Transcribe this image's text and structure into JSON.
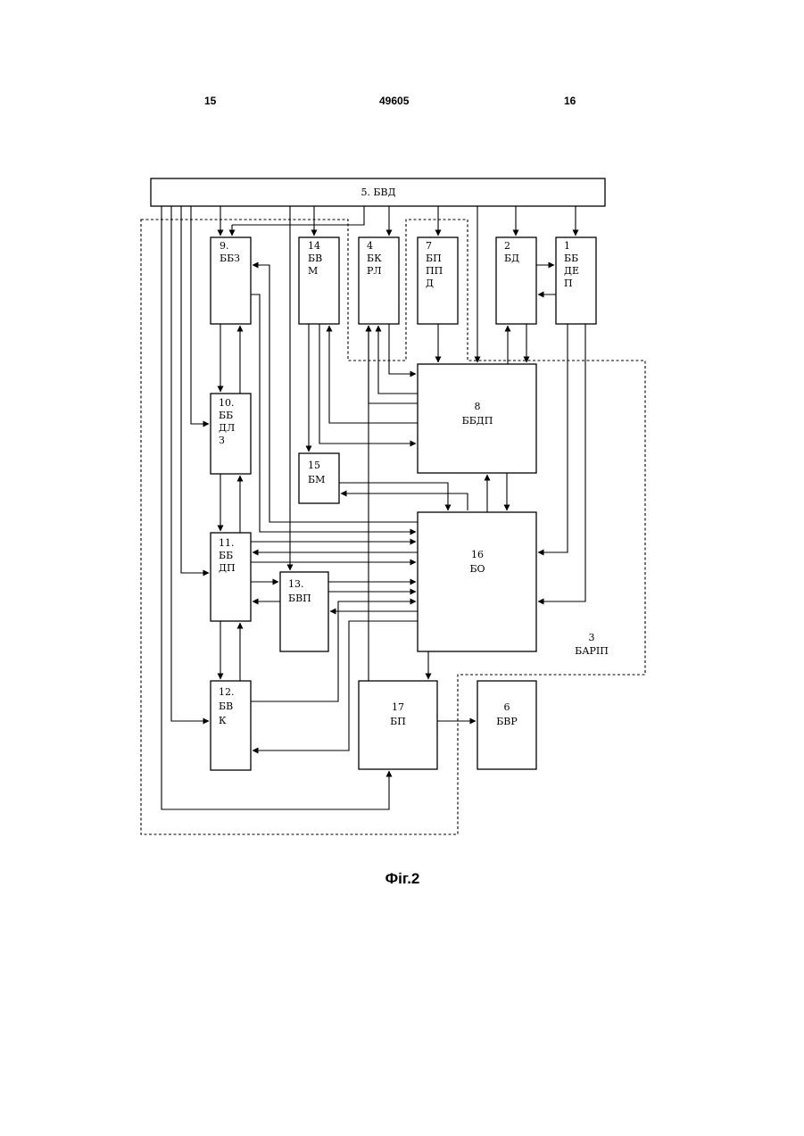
{
  "header": {
    "left": "15",
    "center": "49605",
    "right": "16"
  },
  "caption": "Фіг.2",
  "blocks": {
    "b5": [
      "5. БВД"
    ],
    "b9": [
      "9.",
      "ББЗ"
    ],
    "b14": [
      "14",
      "БВ",
      "М"
    ],
    "b4": [
      "4",
      "БК",
      "РЛ"
    ],
    "b7": [
      "7",
      "БП",
      "ПП",
      "Д"
    ],
    "b2": [
      "2",
      "БД"
    ],
    "b1": [
      "1",
      "ББ",
      "ДЕ",
      "П"
    ],
    "b8": [
      "8",
      "ББДП"
    ],
    "b10": [
      "10.",
      "ББ",
      "ДЛ",
      "З"
    ],
    "b15": [
      "15",
      "БМ"
    ],
    "b11": [
      "11.",
      "ББ",
      "ДП"
    ],
    "b16": [
      "16",
      "БО"
    ],
    "b13": [
      "13.",
      "БВП"
    ],
    "b12": [
      "12.",
      "БВ",
      "К"
    ],
    "b17": [
      "17",
      "БП"
    ],
    "b6": [
      "6",
      "БВР"
    ],
    "b3": [
      "3",
      "БАРІП"
    ]
  }
}
